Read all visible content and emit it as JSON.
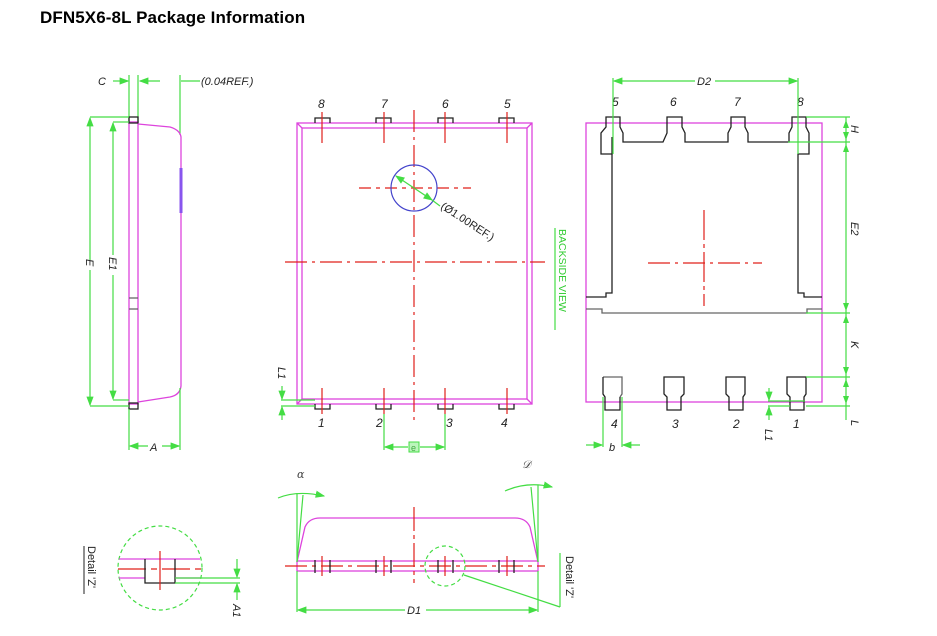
{
  "title": "DFN5X6-8L Package Information",
  "side_view": {
    "labels": {
      "C": "C",
      "ref": "(0.04REF.)",
      "E": "E",
      "E1": "E1",
      "A": "A"
    }
  },
  "top_view": {
    "top_pins": [
      "8",
      "7",
      "6",
      "5"
    ],
    "bottom_pins": [
      "1",
      "2",
      "3",
      "4"
    ],
    "circle_label": "(Ø1.00REF.)",
    "L1": "L1",
    "e_label": "e",
    "view_label": "BACKSIDE VIEW"
  },
  "bottom_view": {
    "top_pins": [
      "5",
      "6",
      "7",
      "8"
    ],
    "bottom_pins": [
      "4",
      "3",
      "2",
      "1"
    ],
    "labels": {
      "D2": "D2",
      "H": "H",
      "E2": "E2",
      "K": "K",
      "L": "L",
      "L1": "L1",
      "b": "b"
    }
  },
  "front_view": {
    "labels": {
      "alpha": "α",
      "beta": "𝒟",
      "D1": "D1",
      "detail": "Detail 'Z'"
    }
  },
  "detail_view": {
    "labels": {
      "detail": "Detail 'Z'",
      "A1": "A1"
    }
  },
  "colors": {
    "outline": "#dd44dd",
    "dimension": "#44dd44",
    "centerline": "#e0201a",
    "pad": "#222222",
    "hole": "#4444cc"
  }
}
